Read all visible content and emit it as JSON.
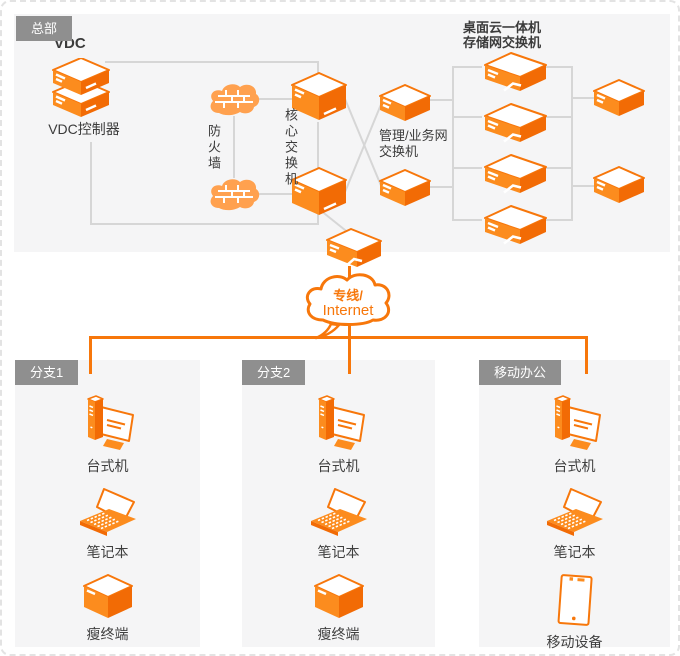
{
  "colors": {
    "accent": "#F7770B",
    "icon_light": "#FC8C1E",
    "icon_dark": "#F26B05",
    "panel_bg": "#F5F5F6",
    "label_bg": "#8F8F8F",
    "connector": "#D6D6D6"
  },
  "headquarters": {
    "label": "总部",
    "vdc_title": "VDC",
    "vdc_controller": "VDC控制器",
    "firewall": "防火墙",
    "core_switch": "核心交换机",
    "mgmt_switch_line1": "管理/业务网",
    "mgmt_switch_line2": "交换机",
    "appliance_title_line1": "桌面云一体机",
    "appliance_title_line2": "存储网交换机"
  },
  "wan": {
    "line1": "专线/",
    "line2": "Internet"
  },
  "branches": [
    {
      "label": "分支1",
      "devices": [
        {
          "type": "desktop",
          "label": "台式机"
        },
        {
          "type": "laptop",
          "label": "笔记本"
        },
        {
          "type": "thin-client",
          "label": "瘦终端"
        }
      ]
    },
    {
      "label": "分支2",
      "devices": [
        {
          "type": "desktop",
          "label": "台式机"
        },
        {
          "type": "laptop",
          "label": "笔记本"
        },
        {
          "type": "thin-client",
          "label": "瘦终端"
        }
      ]
    },
    {
      "label": "移动办公",
      "devices": [
        {
          "type": "desktop",
          "label": "台式机"
        },
        {
          "type": "laptop",
          "label": "笔记本"
        },
        {
          "type": "mobile-device",
          "label": "移动设备"
        }
      ]
    }
  ]
}
